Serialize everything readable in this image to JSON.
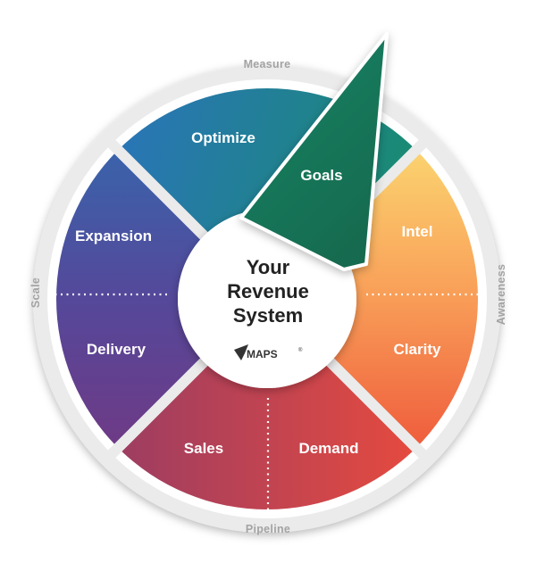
{
  "center": {
    "line1": "Your",
    "line2": "Revenue",
    "line3": "System",
    "logo": "MAPS",
    "logo_mark": "®"
  },
  "ring": {
    "top": "Measure",
    "right": "Awareness",
    "bottom": "Pipeline",
    "left": "Scale"
  },
  "segments": {
    "optimize": "Optimize",
    "goals": "Goals",
    "intel": "Intel",
    "clarity": "Clarity",
    "demand": "Demand",
    "sales": "Sales",
    "delivery": "Delivery",
    "expansion": "Expansion"
  },
  "colors": {
    "measure_a": "#2a74ba",
    "measure_b": "#1a8a75",
    "awareness_a": "#fbd36f",
    "awareness_b": "#ef5c3c",
    "pipeline_a": "#9d3d62",
    "pipeline_b": "#e54a3f",
    "scale_a": "#3a63ab",
    "scale_b": "#6e3a86",
    "goals": "#1b7a5a",
    "ring": "#ebebeb",
    "ring_label": "#a3a3a3"
  }
}
